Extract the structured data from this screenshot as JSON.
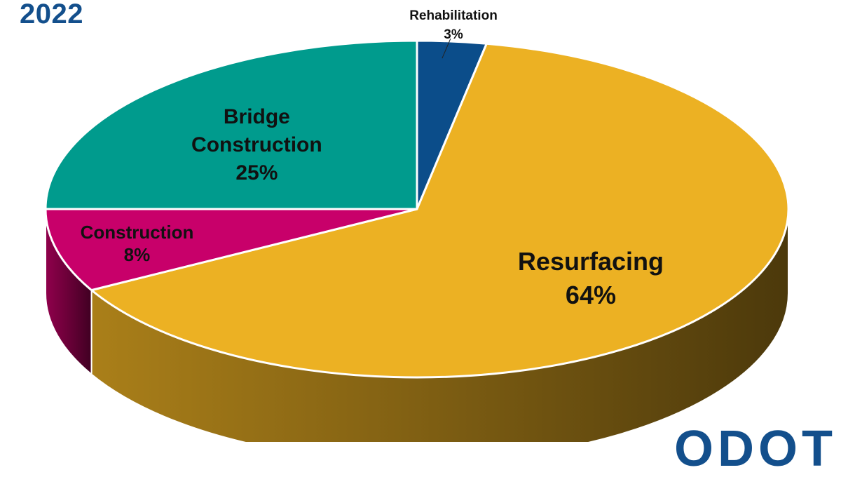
{
  "header": {
    "year": "2022"
  },
  "logo": {
    "text": "ODOT",
    "color": "#134f8c"
  },
  "chart_data": {
    "type": "pie",
    "style": "3d",
    "start_angle_deg": -90,
    "direction": "clockwise",
    "legend": "none",
    "slices": [
      {
        "label": [
          "Rehabilitation"
        ],
        "pct_label": "3%",
        "value": 3,
        "color": "#0b4d8a",
        "label_position": "outside-top"
      },
      {
        "label": [
          "Resurfacing"
        ],
        "pct_label": "64%",
        "value": 64,
        "color": "#ecb123"
      },
      {
        "label": [
          "Construction"
        ],
        "pct_label": "8%",
        "value": 8,
        "color": "#c8006a"
      },
      {
        "label": [
          "Bridge",
          "Construction"
        ],
        "pct_label": "25%",
        "value": 25,
        "color": "#009b8d"
      }
    ]
  }
}
